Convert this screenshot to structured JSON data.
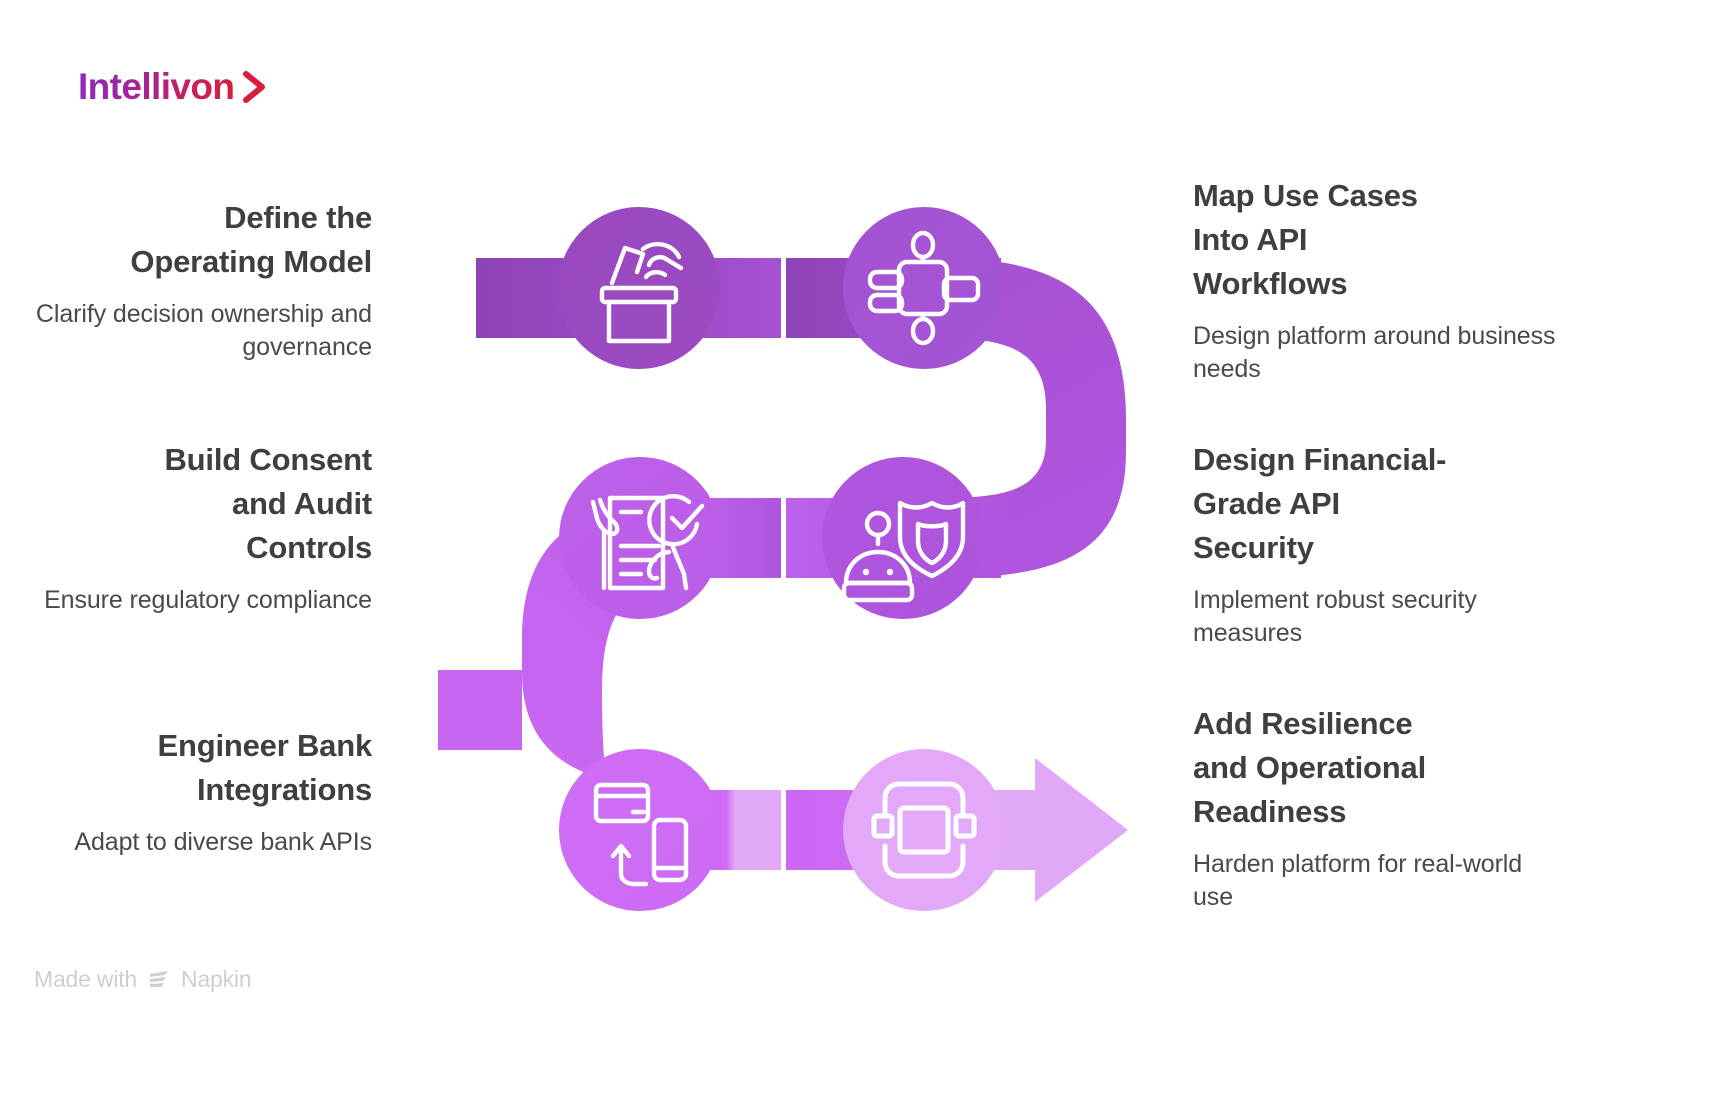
{
  "brand": {
    "name": "Intellivon",
    "chevron_icon": "chevron-right-icon",
    "gradient_start": "#8e2bbf",
    "gradient_end": "#d81e3f"
  },
  "footer": {
    "prefix": "Made with",
    "product": "Napkin",
    "logo_icon": "napkin-logo-icon",
    "color": "#cfcfcf"
  },
  "diagram": {
    "type": "snake-process-flow",
    "background": "#ffffff",
    "arrow_color": "#e0a8f7",
    "steps": [
      {
        "index": 1,
        "title": "Define the\nOperating Model",
        "title_line1": "Define the",
        "title_line2": "Operating Model",
        "description": "Clarify decision ownership and governance",
        "side": "left",
        "icon": "podium-hand-icon",
        "circle_color": "#9b4ac1",
        "band_color": "#8e43b6"
      },
      {
        "index": 2,
        "title": "Map Use Cases Into API Workflows",
        "title_line1": "Map Use Cases",
        "title_line2": "Into API",
        "title_line3": "Workflows",
        "description": "Design platform around business needs",
        "side": "right",
        "icon": "workflow-nodes-icon",
        "circle_color": "#a355d4",
        "band_color": "#a04fce"
      },
      {
        "index": 3,
        "title": "Build Consent and Audit Controls",
        "title_line1": "Build Consent",
        "title_line2": "and Audit",
        "title_line3": "Controls",
        "description": "Ensure regulatory compliance",
        "side": "left",
        "icon": "document-check-hands-icon",
        "circle_color": "#bb5ee8",
        "band_color": "#b45ae0"
      },
      {
        "index": 4,
        "title": "Design Financial-Grade API Security",
        "title_line1": "Design Financial-",
        "title_line2": "Grade API",
        "title_line3": "Security",
        "description": "Implement robust security measures",
        "side": "right",
        "icon": "robot-shield-icon",
        "circle_color": "#b055de",
        "band_color": "#ab52d8"
      },
      {
        "index": 5,
        "title": "Engineer Bank Integrations",
        "title_line1": "Engineer Bank",
        "title_line2": "Integrations",
        "description": "Adapt to diverse bank APIs",
        "side": "left",
        "icon": "card-to-phone-icon",
        "circle_color": "#cd6bf5",
        "band_color": "#c766f1"
      },
      {
        "index": 6,
        "title": "Add Resilience and Operational Readiness",
        "title_line1": "Add Resilience",
        "title_line2": "and Operational",
        "title_line3": "Readiness",
        "description": "Harden platform for real-world use",
        "side": "right",
        "icon": "chip-bracket-icon",
        "circle_color": "#e3a9f8",
        "band_color": "#e0a8f7"
      }
    ]
  }
}
